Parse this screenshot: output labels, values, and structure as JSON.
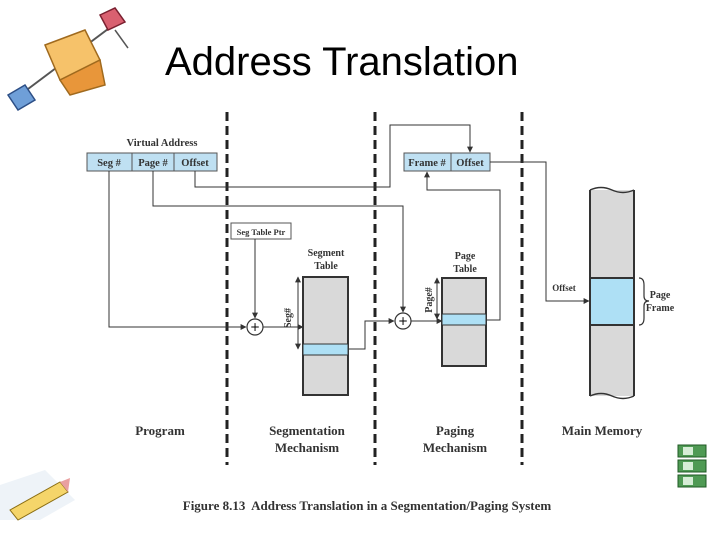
{
  "slide": {
    "title": "Address Translation"
  },
  "diagram": {
    "virtual_address_label": "Virtual Address",
    "va_fields": [
      "Seg #",
      "Page #",
      "Offset"
    ],
    "physical_fields": [
      "Frame #",
      "Offset"
    ],
    "seg_table_ptr": "Seg Table Ptr",
    "segment_table_label": [
      "Segment",
      "Table"
    ],
    "page_table_label": [
      "Page",
      "Table"
    ],
    "seg_index_label": "Seg#",
    "page_index_label": "Page#",
    "mm_offset_label": "Offset",
    "page_frame_label": [
      "Page",
      "Frame"
    ],
    "sections": [
      [
        "Program"
      ],
      [
        "Segmentation",
        "Mechanism"
      ],
      [
        "Paging",
        "Mechanism"
      ],
      [
        "Main Memory"
      ]
    ],
    "caption": "Figure 8.13  Address Translation in a Segmentation/Paging System"
  },
  "colors": {
    "field_fill": "#bfe0f2",
    "highlight": "#aee0f5",
    "table_fill": "#d9d9d9",
    "line": "#333333"
  },
  "icons": [
    "cube-cluster-clipart-icon",
    "stacked-blocks-clipart-icon",
    "pencil-clipart-icon"
  ]
}
